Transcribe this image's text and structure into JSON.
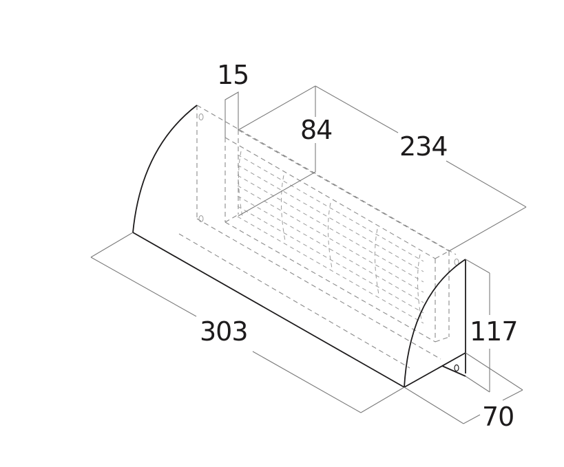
{
  "drawing": {
    "type": "isometric technical drawing",
    "subject": "ventilation grille with curved cover",
    "line_color": "#1d1b1c",
    "dimension_line_color": "#7a7a7a",
    "hidden_line_color": "#8a8a8a"
  },
  "dimensions": {
    "thickness": "15",
    "grille_height": "84",
    "grille_length": "234",
    "overall_length": "303",
    "overall_height": "117",
    "depth": "70"
  }
}
